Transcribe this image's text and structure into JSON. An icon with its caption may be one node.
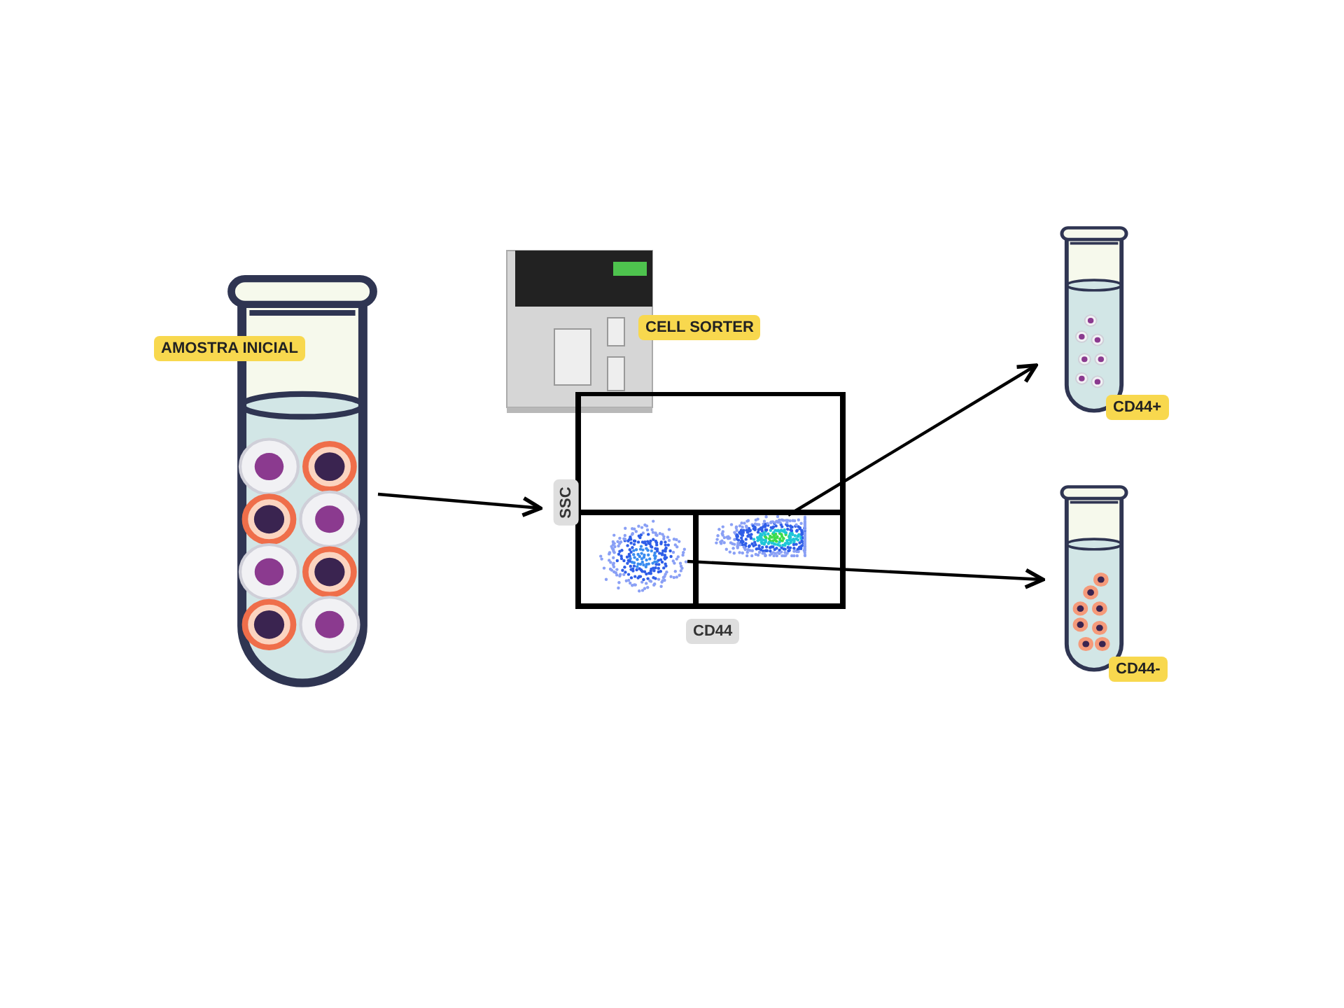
{
  "diagram": {
    "nodes": [
      {
        "text": [
          "AMOSTRA INICIAL"
        ]
      },
      {
        "text": [
          "CELL SORTER"
        ]
      },
      {
        "text": [],
        "shape": "picture"
      },
      {
        "text": [],
        "shape": "cloud",
        "in": 2
      },
      {
        "text": [],
        "shape": "cloud",
        "in": 2
      },
      {
        "text": [
          "CD44+"
        ]
      },
      {
        "text": [
          "CD44-"
        ]
      }
    ],
    "edges": [
      {
        "from": 0,
        "to": 2,
        "arrow": "to"
      },
      {
        "from": 4,
        "to": 5,
        "arrow": "to"
      },
      {
        "from": 3,
        "to": 6,
        "arrow": "to"
      }
    ],
    "labels": [
      "SSC",
      "CD44"
    ]
  }
}
